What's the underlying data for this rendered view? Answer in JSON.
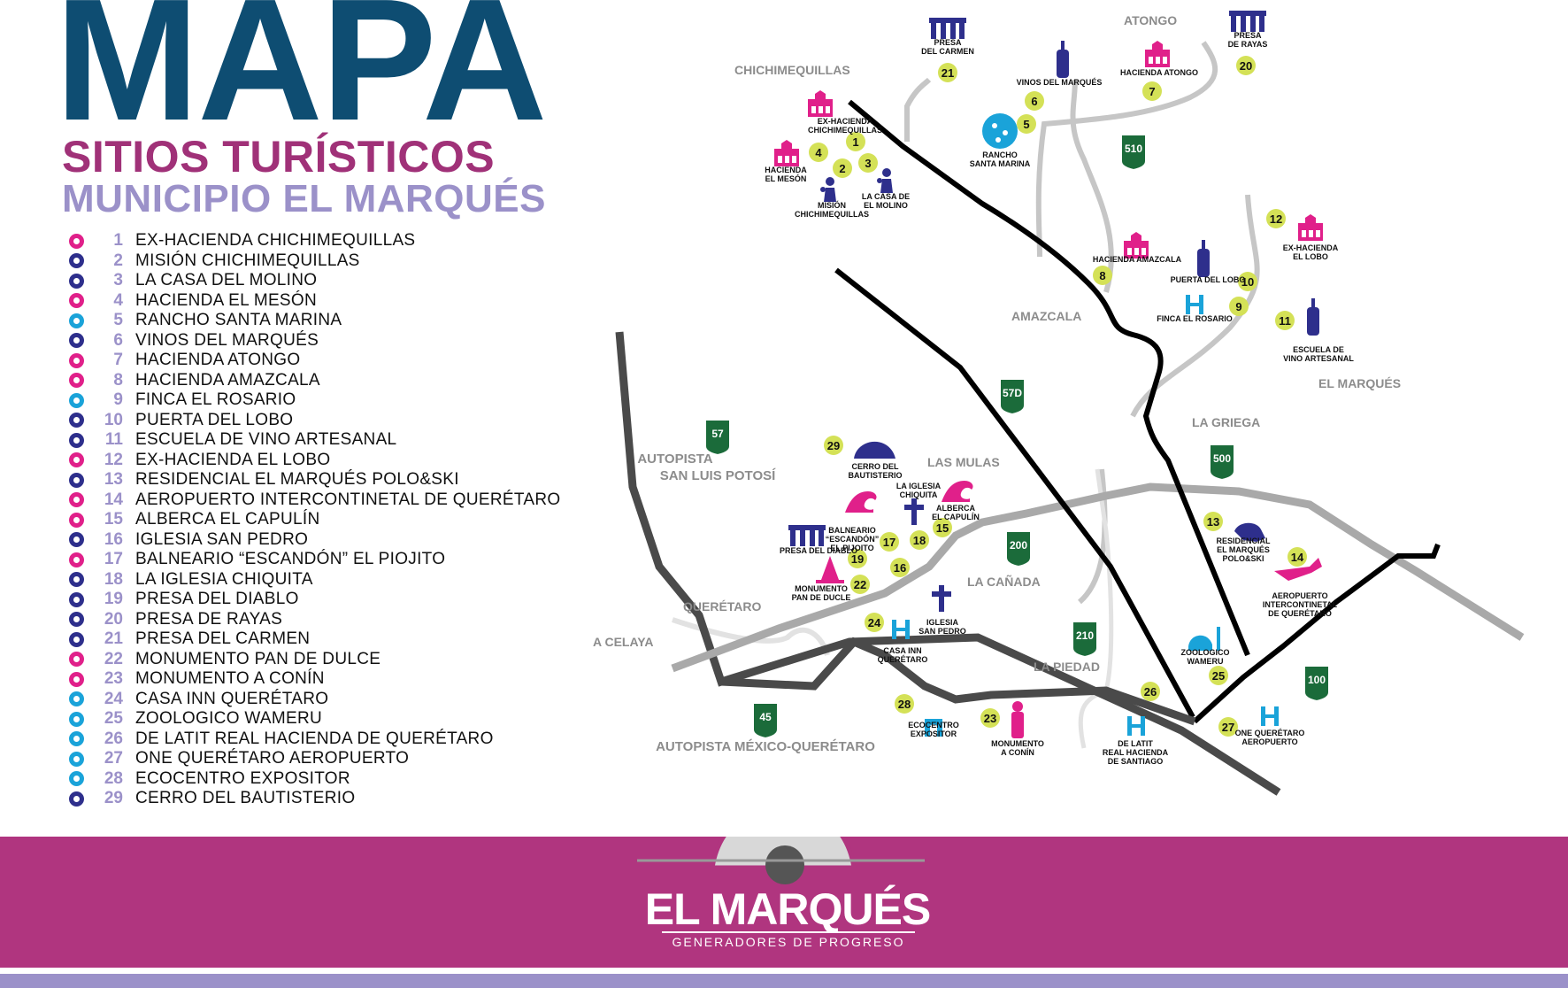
{
  "header": {
    "title": "MAPA",
    "subtitle": "SITIOS TURÍSTICOS",
    "municipality": "MUNICIPIO EL MARQUÉS"
  },
  "colors": {
    "title": "#0e4d72",
    "subtitle": "#a03178",
    "municipality": "#9b91c9",
    "banner": "#b0357f",
    "bottom_stripe": "#9b91c9",
    "highway_black": "#000000",
    "highway_dark": "#4a4a4a",
    "road_light": "#c6c6c6",
    "number_badge": "#d4e157",
    "shield_green": "#1b6b3a",
    "icon_magenta": "#e0208a",
    "icon_navy": "#2e2f8c",
    "icon_cyan": "#1aa3d9"
  },
  "legend": [
    {
      "num": "1",
      "name": "EX-HACIENDA CHICHIMEQUILLAS",
      "icon": "hacienda-icon",
      "color": "#e0208a"
    },
    {
      "num": "2",
      "name": "MISIÓN CHICHIMEQUILLAS",
      "icon": "mission-icon",
      "color": "#2e2f8c"
    },
    {
      "num": "3",
      "name": "LA CASA DEL MOLINO",
      "icon": "mill-icon",
      "color": "#2e2f8c"
    },
    {
      "num": "4",
      "name": "HACIENDA EL MESÓN",
      "icon": "hacienda-icon",
      "color": "#e0208a"
    },
    {
      "num": "5",
      "name": "RANCHO SANTA MARINA",
      "icon": "ranch-icon",
      "color": "#1aa3d9"
    },
    {
      "num": "6",
      "name": "VINOS DEL MARQUÉS",
      "icon": "wine-bottle-icon",
      "color": "#2e2f8c"
    },
    {
      "num": "7",
      "name": "HACIENDA ATONGO",
      "icon": "hacienda-icon",
      "color": "#e0208a"
    },
    {
      "num": "8",
      "name": "HACIENDA AMAZCALA",
      "icon": "hacienda-icon",
      "color": "#e0208a"
    },
    {
      "num": "9",
      "name": "FINCA EL ROSARIO",
      "icon": "hotel-icon",
      "color": "#1aa3d9"
    },
    {
      "num": "10",
      "name": "PUERTA DEL LOBO",
      "icon": "wine-bottle-icon",
      "color": "#2e2f8c"
    },
    {
      "num": "11",
      "name": "ESCUELA DE VINO ARTESANAL",
      "icon": "wine-bottle-icon",
      "color": "#2e2f8c"
    },
    {
      "num": "12",
      "name": "EX-HACIENDA EL LOBO",
      "icon": "hacienda-icon",
      "color": "#e0208a"
    },
    {
      "num": "13",
      "name": "RESIDENCIAL EL MARQUÉS POLO&SKI",
      "icon": "polo-icon",
      "color": "#2e2f8c"
    },
    {
      "num": "14",
      "name": "AEROPUERTO INTERCONTINETAL DE QUERÉTARO",
      "icon": "airplane-icon",
      "color": "#e0208a"
    },
    {
      "num": "15",
      "name": "ALBERCA EL CAPULÍN",
      "icon": "wave-icon",
      "color": "#e0208a"
    },
    {
      "num": "16",
      "name": "IGLESIA SAN PEDRO",
      "icon": "cross-icon",
      "color": "#2e2f8c"
    },
    {
      "num": "17",
      "name": "BALNEARIO “ESCANDÓN” EL PIOJITO",
      "icon": "wave-icon",
      "color": "#e0208a"
    },
    {
      "num": "18",
      "name": "LA IGLESIA CHIQUITA",
      "icon": "cross-icon",
      "color": "#2e2f8c"
    },
    {
      "num": "19",
      "name": "PRESA DEL DIABLO",
      "icon": "dam-icon",
      "color": "#2e2f8c"
    },
    {
      "num": "20",
      "name": "PRESA DE RAYAS",
      "icon": "dam-icon",
      "color": "#2e2f8c"
    },
    {
      "num": "21",
      "name": "PRESA DEL CARMEN",
      "icon": "dam-icon",
      "color": "#2e2f8c"
    },
    {
      "num": "22",
      "name": "MONUMENTO PAN DE DULCE",
      "icon": "monument-icon",
      "color": "#e0208a"
    },
    {
      "num": "23",
      "name": "MONUMENTO A CONÍN",
      "icon": "statue-icon",
      "color": "#e0208a"
    },
    {
      "num": "24",
      "name": "CASA INN QUERÉTARO",
      "icon": "hotel-icon",
      "color": "#1aa3d9"
    },
    {
      "num": "25",
      "name": "ZOOLOGICO WAMERU",
      "icon": "zoo-icon",
      "color": "#1aa3d9"
    },
    {
      "num": "26",
      "name": "DE LATIT REAL HACIENDA DE QUERÉTARO",
      "icon": "hotel-icon",
      "color": "#1aa3d9"
    },
    {
      "num": "27",
      "name": "ONE QUERÉTARO AEROPUERTO",
      "icon": "hotel-icon",
      "color": "#1aa3d9"
    },
    {
      "num": "28",
      "name": "ECOCENTRO EXPOSITOR",
      "icon": "arch-icon",
      "color": "#1aa3d9"
    },
    {
      "num": "29",
      "name": "CERRO DEL BAUTISTERIO",
      "icon": "hill-icon",
      "color": "#2e2f8c"
    }
  ],
  "map": {
    "places": {
      "chichimequillas": "CHICHIMEQUILLAS",
      "atongo": "ATONGO",
      "amazcala": "AMAZCALA",
      "el_marques": "EL MARQUÉS",
      "la_griega": "LA GRIEGA",
      "las_mulas": "LAS MULAS",
      "la_canada": "LA CAÑADA",
      "la_piedad": "LA PIEDAD",
      "queretaro": "QUERÉTARO",
      "a_celaya": "A CELAYA",
      "autopista_slp_1": "AUTOPISTA",
      "autopista_slp_2": "SAN LUIS POTOSÍ",
      "autopista_mex": "AUTOPISTA MÉXICO-QUERÉTARO"
    },
    "shields": {
      "s510": "510",
      "s57d": "57D",
      "s500": "500",
      "s57": "57",
      "s200": "200",
      "s210": "210",
      "s100": "100",
      "s45": "45"
    },
    "sites": {
      "s1": {
        "num": "1",
        "l1": "EX-HACIENDA",
        "l2": "CHICHIMEQUILLAS"
      },
      "s2": {
        "num": "2",
        "l1": "MISIÓN",
        "l2": "CHICHIMEQUILLAS"
      },
      "s3": {
        "num": "3",
        "l1": "LA CASA DE",
        "l2": "EL MOLINO"
      },
      "s4": {
        "num": "4",
        "l1": "HACIENDA",
        "l2": "EL MESÓN"
      },
      "s5": {
        "num": "5",
        "l1": "RANCHO",
        "l2": "SANTA MARINA"
      },
      "s6": {
        "num": "6",
        "l1": "VINOS DEL MARQUÉS"
      },
      "s7": {
        "num": "7",
        "l1": "HACIENDA ATONGO"
      },
      "s8": {
        "num": "8",
        "l1": "HACIENDA AMAZCALA"
      },
      "s9": {
        "num": "9",
        "l1": "FINCA EL ROSARIO"
      },
      "s10": {
        "num": "10",
        "l1": "PUERTA DEL LOBO"
      },
      "s11": {
        "num": "11",
        "l1": "ESCUELA DE",
        "l2": "VINO ARTESANAL"
      },
      "s12": {
        "num": "12",
        "l1": "EX-HACIENDA",
        "l2": "EL LOBO"
      },
      "s13": {
        "num": "13",
        "l1": "RESIDENCIAL",
        "l2": "EL MARQUÉS",
        "l3": "POLO&SKI"
      },
      "s14": {
        "num": "14",
        "l1": "AEROPUERTO",
        "l2": "INTERCONTINETAL",
        "l3": "DE QUERÉTARO"
      },
      "s15": {
        "num": "15",
        "l1": "ALBERCA",
        "l2": "EL CAPULÍN"
      },
      "s16": {
        "num": "16"
      },
      "s16label": {
        "l1": "IGLESIA",
        "l2": "SAN PEDRO"
      },
      "s17": {
        "num": "17",
        "l1": "BALNEARIO",
        "l2": "“ESCANDÓN”",
        "l3": "EL PIJOITO"
      },
      "s18": {
        "num": "18",
        "l1": "LA IGLESIA",
        "l2": "CHIQUITA"
      },
      "s19": {
        "num": "19",
        "l1": "PRESA DEL DIABLO"
      },
      "s20": {
        "num": "20",
        "l1": "PRESA",
        "l2": "DE RAYAS"
      },
      "s21": {
        "num": "21",
        "l1": "PRESA",
        "l2": "DEL CARMEN"
      },
      "s22": {
        "num": "22",
        "l1": "MONUMENTO",
        "l2": "PAN DE DUCLE"
      },
      "s23": {
        "num": "23",
        "l1": "MONUMENTO",
        "l2": "A CONÍN"
      },
      "s24": {
        "num": "24",
        "l1": "CASA INN",
        "l2": "QUERÉTARO"
      },
      "s25": {
        "num": "25",
        "l1": "ZOOLOGICO",
        "l2": "WAMERU"
      },
      "s26": {
        "num": "26",
        "l1": "DE LATIT",
        "l2": "REAL HACIENDA",
        "l3": "DE SANTIAGO"
      },
      "s27": {
        "num": "27",
        "l1": "ONE QUERÉTARO",
        "l2": "AEROPUERTO"
      },
      "s28": {
        "num": "28",
        "l1": "ECOCENTRO",
        "l2": "EXPOSITOR"
      },
      "s29": {
        "num": "29",
        "l1": "CERRO DEL",
        "l2": "BAUTISTERIO"
      }
    }
  },
  "footer": {
    "logo_name": "EL MARQUÉS",
    "logo_tagline": "GENERADORES DE PROGRESO"
  }
}
